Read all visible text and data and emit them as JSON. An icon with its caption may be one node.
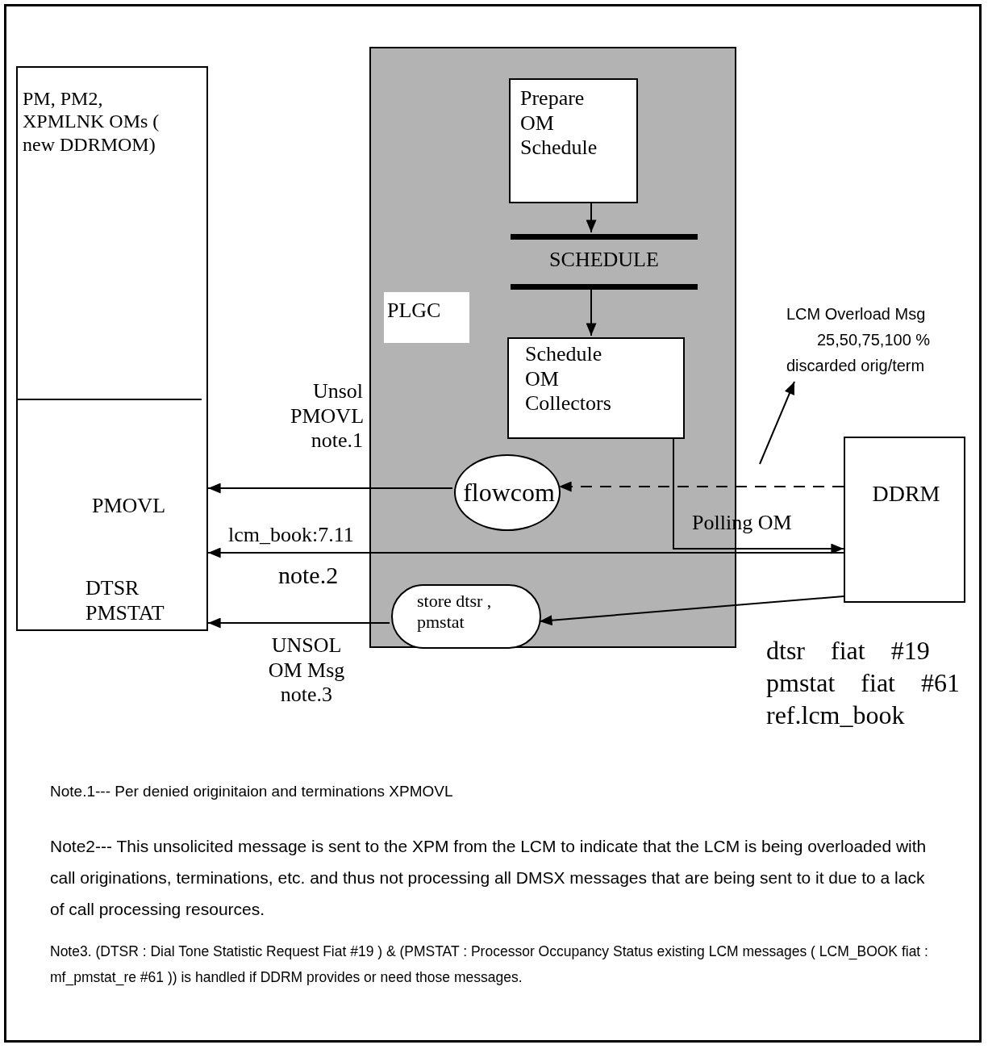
{
  "diagram": {
    "nodes": [
      {
        "text": [
          "PM, PM2, XPMLNK OMs ( new DDRMOM)",
          "PMOVL",
          "DTSR PMSTAT"
        ]
      },
      {
        "text": [
          "PLGC"
        ]
      },
      {
        "text": [
          "Prepare OM Schedule"
        ],
        "in": 1
      },
      {
        "text": [
          "SCHEDULE"
        ],
        "in": 1
      },
      {
        "text": [
          "Schedule OM Collectors"
        ],
        "in": 1
      },
      {
        "text": [
          "flowcom"
        ],
        "in": 1
      },
      {
        "text": [
          "store dtsr , pmstat"
        ],
        "in": 1
      },
      {
        "text": [
          "DDRM"
        ],
        "beside": [
          "dtsr fiat #19",
          "pmstat fiat #61",
          "ref.lcm_book"
        ]
      },
      {
        "text": [
          "LCM Overload Msg",
          "25,50,75,100 %",
          "discarded orig/term"
        ]
      }
    ],
    "edges": [
      {
        "from": 2,
        "to": 3,
        "arrow": "to"
      },
      {
        "from": 3,
        "to": 4,
        "arrow": "to"
      },
      {
        "from": 5,
        "to": 0,
        "arrow": "to",
        "label": "Unsol PMOVL note.1"
      },
      {
        "from": 7,
        "to": 5,
        "arrow": "to",
        "style": "dashed"
      },
      {
        "from": 4,
        "to": 7,
        "arrow": "to",
        "label": "Polling OM"
      },
      {
        "from": 7,
        "to": 0,
        "arrow": "to",
        "label": "lcm_book:7.11"
      },
      {
        "from": 7,
        "to": 6,
        "arrow": "to"
      },
      {
        "from": 6,
        "to": 0,
        "arrow": "to",
        "label": "UNSOL OM Msg note.3"
      },
      {
        "from": null,
        "to": 8,
        "arrow": "to"
      }
    ],
    "labels": [
      "note.2",
      "Note.1--- Per  denied originitaion and terminations XPMOVL",
      "Note2--- This unsolicited message is sent to the XPM from the LCM to indicate that the LCM is being overloaded with call originations, terminations, etc. and thus not processing all DMSX messages that are being sent to it due to a lack of call processing resources.",
      "Note3. (DTSR : Dial Tone Statistic Request Fiat #19 ) & (PMSTAT : Processor Occupancy Status existing LCM messages ( LCM_BOOK fiat : mf_pmstat_re #61 )) is handled if DDRM  provides or need those messages."
    ]
  }
}
